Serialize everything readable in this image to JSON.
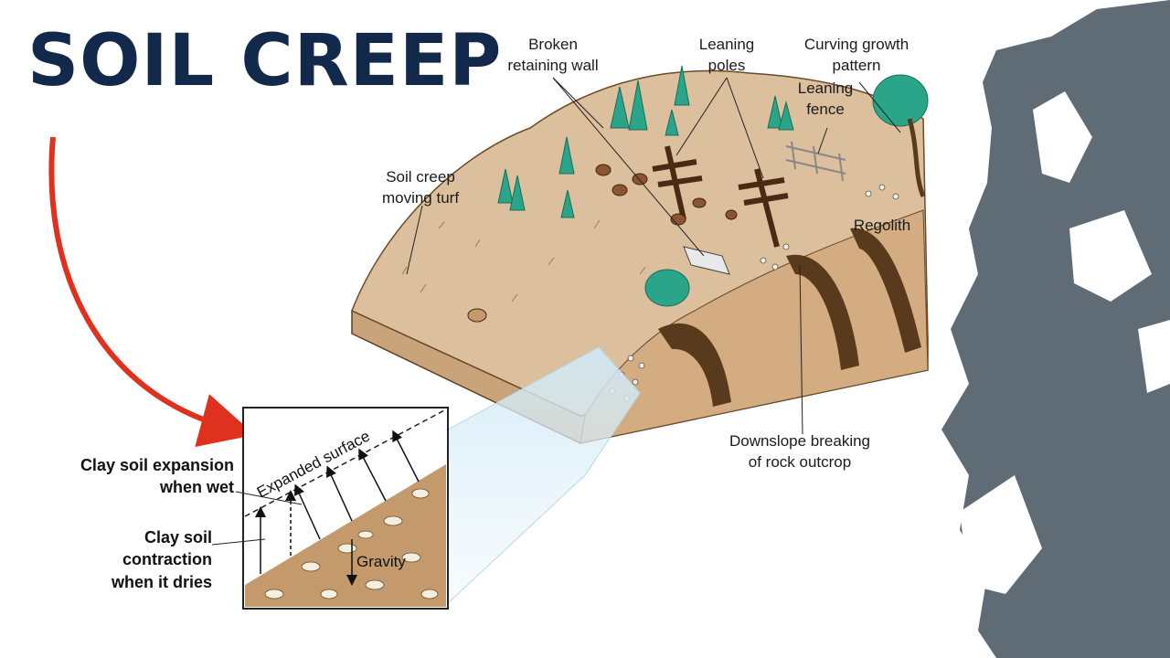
{
  "title": "SOIL CREEP",
  "labels": {
    "broken_wall": "Broken\nretaining wall",
    "leaning_poles": "Leaning\npoles",
    "curving_growth": "Curving growth\npattern",
    "leaning_fence": "Leaning\nfence",
    "soil_creep_turf": "Soil creep\nmoving turf",
    "regolith": "Regolith",
    "downslope": "Downslope breaking\nof rock outcrop"
  },
  "inset": {
    "expanded_surface": "Expanded surface",
    "gravity": "Gravity",
    "expansion_label": "Clay soil expansion\nwhen wet",
    "contraction_label": "Clay soil\ncontraction\nwhen it dries"
  },
  "colors": {
    "title": "#13294b",
    "arrow": "#e0301e",
    "soil_surface": "#dcbf9c",
    "soil_side": "#c9a47b",
    "rock_dark": "#5a3a1c",
    "tree": "#2aa58a",
    "bear": "#5f6b75"
  }
}
